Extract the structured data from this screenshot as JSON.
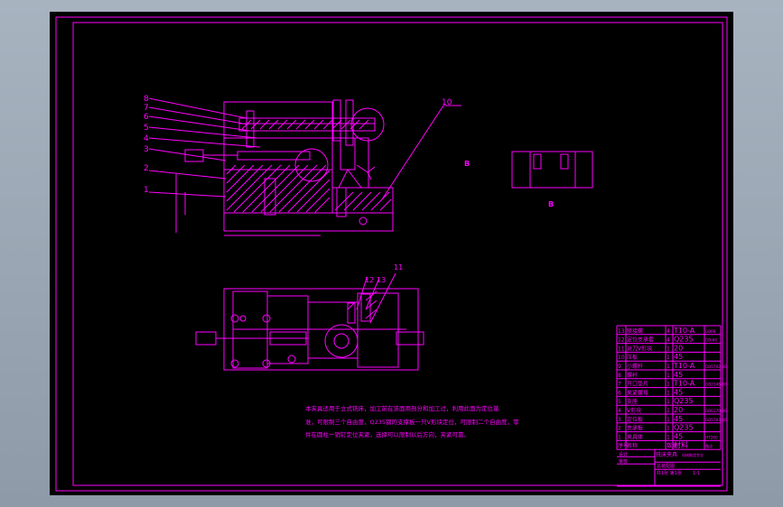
{
  "drawing": {
    "callouts_top": [
      "8",
      "7",
      "6",
      "5",
      "4",
      "3",
      "2",
      "1"
    ],
    "callout_right_top": "10",
    "callouts_bottom": [
      "12",
      "13",
      "11"
    ],
    "view_left_label": "B",
    "view_bottom_label": "B",
    "tech_note_lines": [
      "本夹具适用于立式铣床，加工前在该面用剖分和加工过，利用此面为定位基",
      "准，可限制三个自由度，Q235钢的支撑板一只V形块定位，可限制二个自由度，零",
      "件在圆柱一销钉定位夹紧，选择可以限制以后方向，夹紧可靠。"
    ]
  },
  "title_block": {
    "rows": [
      {
        "no": "13",
        "name": "联接螺",
        "qty": "4",
        "mat": "T10-A",
        "std": "GB68"
      },
      {
        "no": "12",
        "name": "定位支承套",
        "qty": "4",
        "mat": "Q235",
        "std": "GB-68"
      },
      {
        "no": "11",
        "name": "对刀V形块",
        "qty": "1",
        "mat": "20",
        "std": ""
      },
      {
        "no": "10",
        "name": "压板",
        "qty": "1",
        "mat": "45",
        "std": ""
      },
      {
        "no": "9",
        "name": "小螺杆",
        "qty": "1",
        "mat": "T10-A",
        "std": "GB5782-86"
      },
      {
        "no": "8",
        "name": "螺杆",
        "qty": "1",
        "mat": "45",
        "std": ""
      },
      {
        "no": "7",
        "name": "开口垫片",
        "qty": "1",
        "mat": "T10-A",
        "std": "GB2148-80"
      },
      {
        "no": "6",
        "name": "夹紧螺母",
        "qty": "1",
        "mat": "45",
        "std": ""
      },
      {
        "no": "5",
        "name": "支座",
        "qty": "1",
        "mat": "Q235",
        "std": ""
      },
      {
        "no": "4",
        "name": "V形块",
        "qty": "1",
        "mat": "20",
        "std": "GB6170-86"
      },
      {
        "no": "3",
        "name": "定位板",
        "qty": "1",
        "mat": "45",
        "std": "GB5783-86"
      },
      {
        "no": "2",
        "name": "支承板",
        "qty": "1",
        "mat": "Q235",
        "std": ""
      },
      {
        "no": "1",
        "name": "夹具体",
        "qty": "1",
        "mat": "45",
        "std": "HT200"
      }
    ],
    "header": {
      "no": "序号",
      "name": "名称",
      "qty": "数量",
      "mat": "材料",
      "std": "备注"
    },
    "title": "铣床夹具",
    "drawing_no": "总装配图",
    "scale": "1:1",
    "sheet": "共1张 第1张",
    "company": "机械制造专业",
    "designer": "设计",
    "checker": "审核"
  }
}
